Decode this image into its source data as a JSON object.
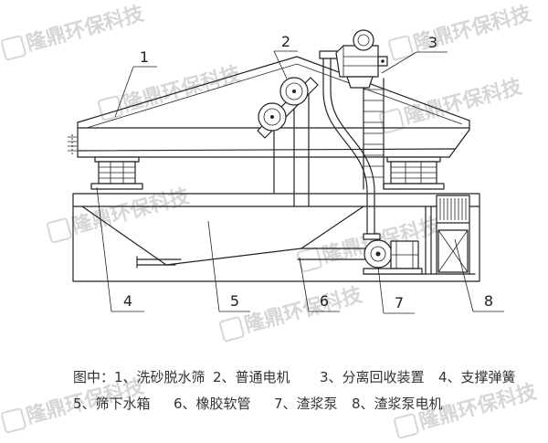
{
  "callouts": [
    "1",
    "2",
    "3",
    "4",
    "5",
    "6",
    "7",
    "8"
  ],
  "caption": {
    "prefix": "图中：",
    "items": [
      "1、洗砂脱水筛",
      "2、普通电机",
      "3、分离回收装置",
      "4、支撑弹簧",
      "5、筛下水箱",
      "6、橡胶软管",
      "7、渣浆泵",
      "8、渣浆泵电机"
    ]
  },
  "watermark": {
    "text": "隆鼎环保科技"
  },
  "colors": {
    "line": "#222222",
    "watermark": "#d6d6d6",
    "caption": "#333333",
    "background": "#ffffff"
  }
}
